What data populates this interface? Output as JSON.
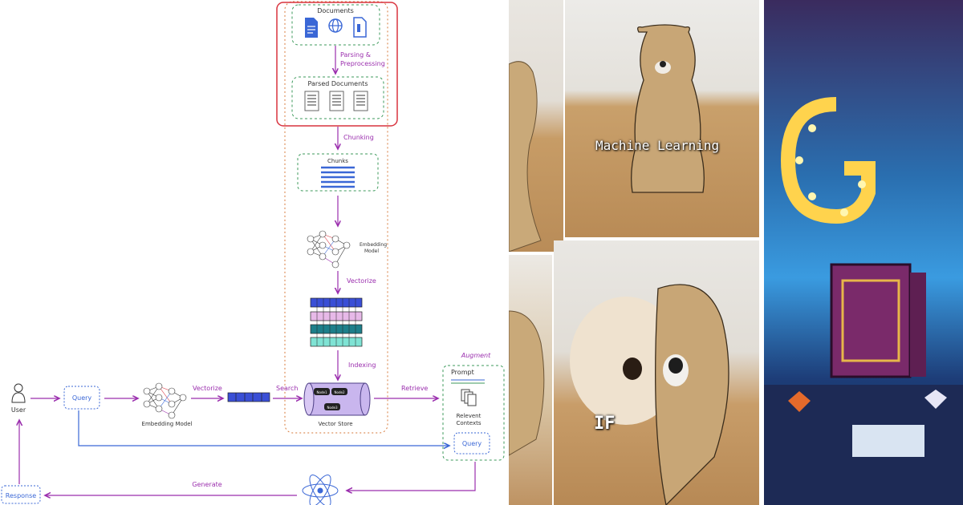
{
  "diagram": {
    "documents_label": "Documents",
    "parsing_label": "Parsing &",
    "preprocessing_label": "Preprocessing",
    "parsed_documents_label": "Parsed Documents",
    "chunking_label": "Chunking",
    "chunks_label": "Chunks",
    "embedding_model_label_line1": "Embedding",
    "embedding_model_label_line2": "Model",
    "vectorize_label": "Vectorize",
    "indexing_label": "Indexing",
    "user_label": "User",
    "query_label": "Query",
    "embedding_model_label": "Embedding Model",
    "vectorize_label_bottom": "Vectorize",
    "search_label": "Search",
    "node1_label": "Node1",
    "node2_label": "Node2",
    "node3_label": "Node3",
    "vector_store_label": "Vector Store",
    "retrieve_label": "Retrieve",
    "augment_label": "Augment",
    "prompt_label": "Prompt",
    "relevant_contexts_line1": "Relevent",
    "relevant_contexts_line2": "Contexts",
    "query_label_augment": "Query",
    "generate_label": "Generate",
    "response_label": "Response",
    "colors": {
      "accent": "#9b2fae",
      "blue": "#3a67d6",
      "green": "#3c9a5b",
      "red": "#d9343f"
    }
  },
  "captions": {
    "machine_learning": "Machine Learning",
    "if": "IF"
  }
}
